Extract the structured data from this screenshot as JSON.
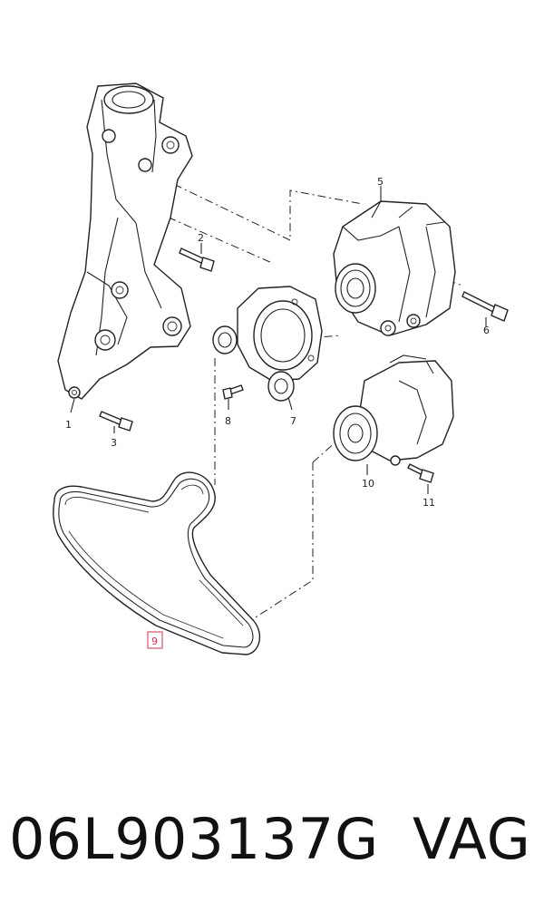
{
  "diagram": {
    "callouts": [
      "1",
      "2",
      "3",
      "5",
      "6",
      "7",
      "8",
      "9",
      "10",
      "11"
    ],
    "highlighted_callout": "9",
    "highlight_color": "#d0324a"
  },
  "footer": {
    "part_number": "06L903137G",
    "brand": "VAG"
  }
}
